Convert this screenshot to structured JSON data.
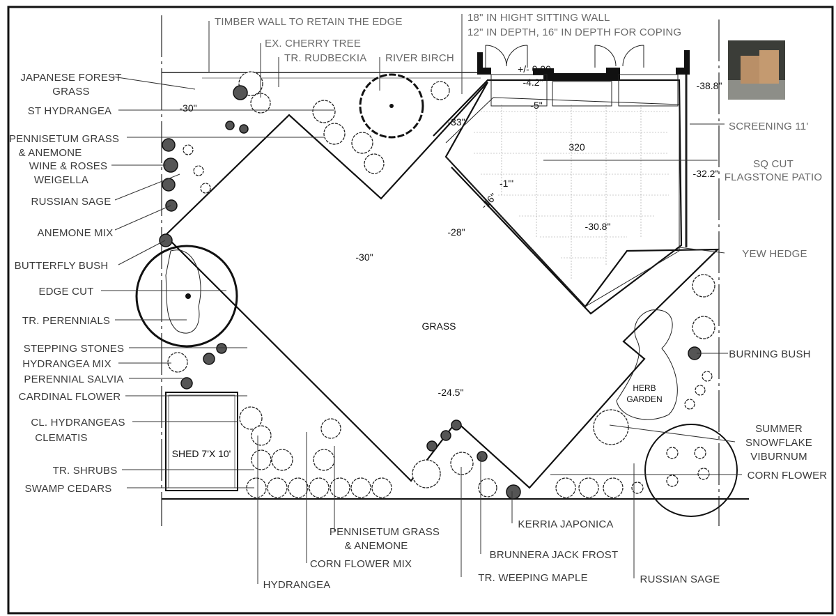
{
  "plan": {
    "labels_left": {
      "japanese_forest_1": "JAPANESE FOREST",
      "japanese_forest_2": "GRASS",
      "st_hydrangea": "ST HYDRANGEA",
      "pennisetum_1": "PENNISETUM GRASS",
      "pennisetum_2": "& ANEMONE",
      "wine_roses_1": "WINE & ROSES",
      "wine_roses_2": "WEIGELLA",
      "russian_sage": "RUSSIAN SAGE",
      "anemone_mix": "ANEMONE MIX",
      "butterfly_bush": "BUTTERFLY BUSH",
      "edge_cut": "EDGE CUT",
      "tr_perennials": "TR. PERENNIALS",
      "stepping_stones": "STEPPING STONES",
      "hydrangea_mix": "HYDRANGEA MIX",
      "perennial_salvia": "PERENNIAL SALVIA",
      "cardinal_flower": "CARDINAL FLOWER",
      "cl_hydrangeas": "CL. HYDRANGEAS",
      "clematis": "CLEMATIS",
      "tr_shrubs": "TR. SHRUBS",
      "swamp_cedars": "SWAMP CEDARS"
    },
    "labels_top": {
      "timber_wall": "TIMBER WALL TO RETAIN THE EDGE",
      "cherry_tree": "EX. CHERRY TREE",
      "rudbeckia": "TR. RUDBECKIA",
      "river_birch": "RIVER BIRCH",
      "sitting_wall_1": "18\" IN HIGHT SITTING WALL",
      "sitting_wall_2": "12\" IN DEPTH, 16\" IN DEPTH FOR COPING"
    },
    "labels_right": {
      "screening": "SCREENING 11'",
      "patio_1": "SQ CUT",
      "patio_2": "FLAGSTONE PATIO",
      "yew_hedge": "YEW HEDGE",
      "burning_bush": "BURNING BUSH",
      "viburnum_1": "SUMMER",
      "viburnum_2": "SNOWFLAKE",
      "viburnum_3": "VIBURNUM",
      "corn_flower": "CORN FLOWER"
    },
    "labels_bottom": {
      "pennisetum_1": "PENNISETUM GRASS",
      "pennisetum_2": "& ANEMONE",
      "corn_flower_mix": "CORN FLOWER MIX",
      "hydrangea": "HYDRANGEA",
      "kerria": "KERRIA JAPONICA",
      "brunnera": "BRUNNERA JACK FROST",
      "weeping_maple": "TR. WEEPING MAPLE",
      "russian_sage": "RUSSIAN SAGE"
    },
    "areas": {
      "grass": "GRASS",
      "shed": "SHED 7'X 10'",
      "herb_1": "HERB",
      "herb_2": "GARDEN"
    },
    "elevations": {
      "grass_top": "-30\"",
      "grass_mid": "-28\"",
      "grass_bottom": "-24.5\"",
      "corner": "-30\"",
      "patio_area": "320",
      "patio_right": "-30.8\"",
      "patio_left": "-1'\"",
      "wall_corner": "-33\"",
      "door_level": "+/- 0.00",
      "step_1": "-4.2\"",
      "step_2": "-5\"",
      "screen_top": "-38.8\"",
      "screen_bottom": "-32.2\"",
      "wall_step": "-16\""
    }
  }
}
